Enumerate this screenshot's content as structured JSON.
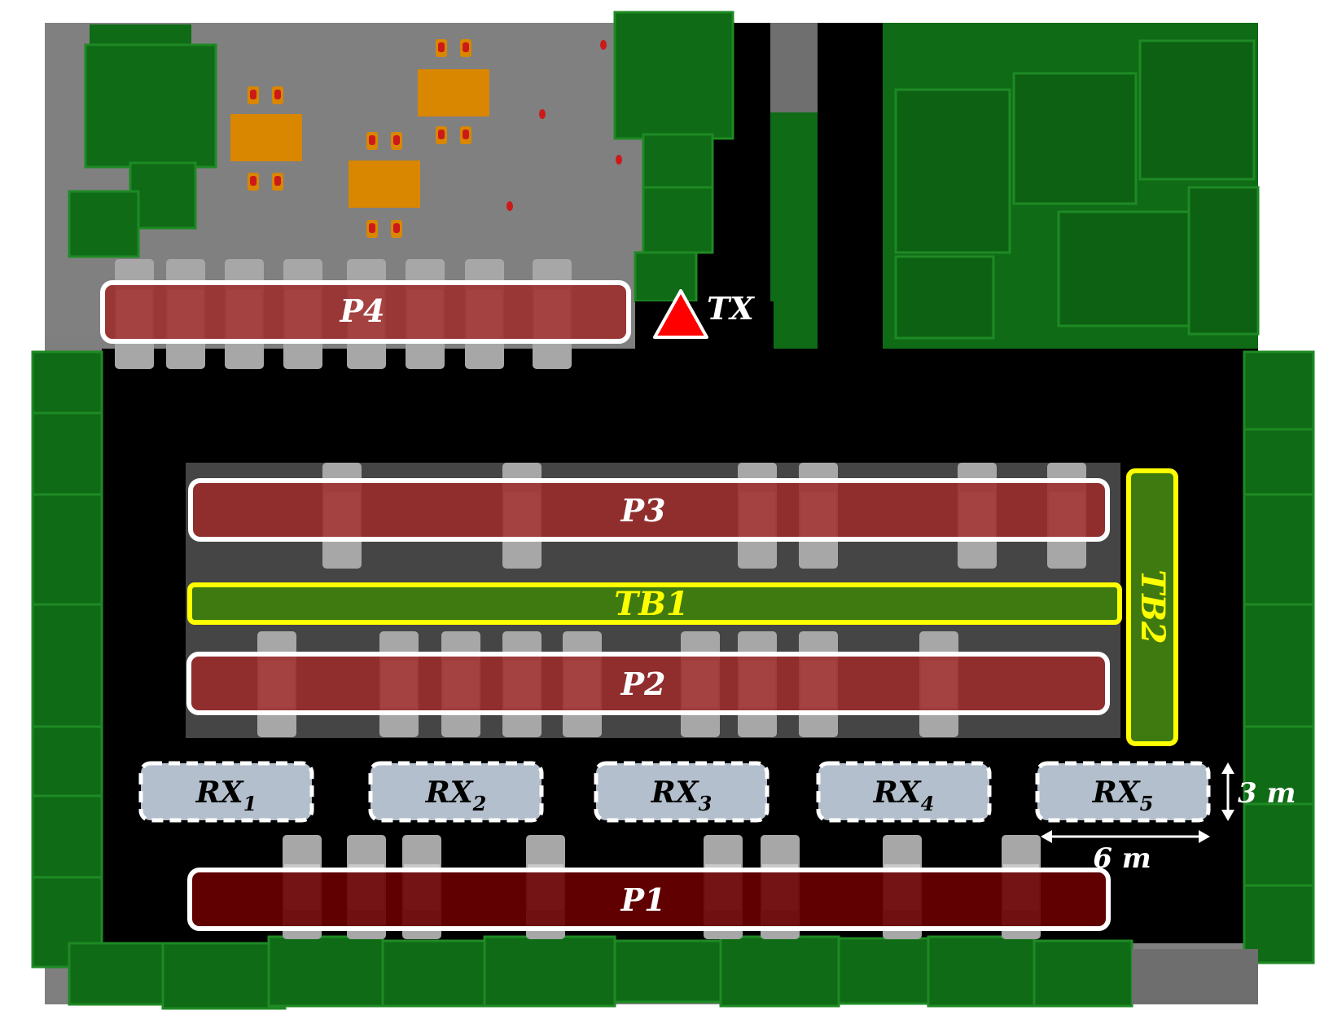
{
  "labels": {
    "tx": "TX",
    "rows": {
      "p1": "P1",
      "p2": "P2",
      "p3": "P3",
      "p4": "P4"
    },
    "tbs": {
      "tb1": "TB1",
      "tb2": "TB2"
    },
    "rx": [
      {
        "base": "RX",
        "sub": "1"
      },
      {
        "base": "RX",
        "sub": "2"
      },
      {
        "base": "RX",
        "sub": "3"
      },
      {
        "base": "RX",
        "sub": "4"
      },
      {
        "base": "RX",
        "sub": "5"
      }
    ],
    "dim_height": "3 m",
    "dim_width": "6 m"
  },
  "colors": {
    "road": "#000000",
    "ground": "#7f7f7f",
    "tree": "#0f6b16",
    "tree_edge": "#1e8a24",
    "car": "#a7a7a7",
    "parking_fill": "#9e2a2a",
    "parking_fill_p1": "#6b0000",
    "tb_fill": "#3f7a10",
    "tb_stroke": "#ffff00",
    "rx_fill": "#b3bfcc",
    "tx_marker": "#ff0000",
    "table": "#d98600",
    "label_white": "#ffffff",
    "label_yellow": "#ffff00"
  }
}
